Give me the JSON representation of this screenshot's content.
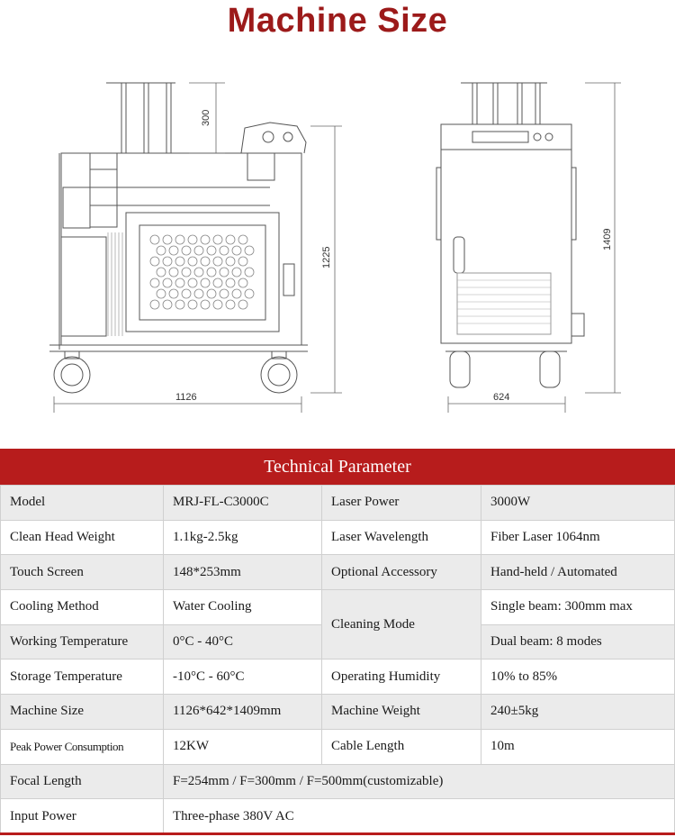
{
  "title": "Machine Size",
  "drawing": {
    "side_height_top": "300",
    "side_height_total": "1225",
    "side_width": "1126",
    "front_height": "1409",
    "front_width": "624"
  },
  "table": {
    "banner": "Technical Parameter",
    "rows": [
      {
        "k1": "Model",
        "v1": "MRJ-FL-C3000C",
        "k2": "Laser Power",
        "v2": "3000W"
      },
      {
        "k1": "Clean Head Weight",
        "v1": "1.1kg-2.5kg",
        "k2": "Laser Wavelength",
        "v2": "Fiber Laser 1064nm"
      },
      {
        "k1": "Touch Screen",
        "v1": "148*253mm",
        "k2": "Optional Accessory",
        "v2": "Hand-held / Automated"
      },
      {
        "k1": "Cooling Method",
        "v1": "Water Cooling",
        "k2": "Cleaning Mode",
        "v2": "Single beam: 300mm max"
      },
      {
        "k1": "Working Temperature",
        "v1": "0°C - 40°C",
        "v2": "Dual beam: 8 modes"
      },
      {
        "k1": "Storage Temperature",
        "v1": "-10°C - 60°C",
        "k2": "Operating Humidity",
        "v2": "10% to 85%"
      },
      {
        "k1": "Machine Size",
        "v1": "1126*642*1409mm",
        "k2": "Machine Weight",
        "v2": "240±5kg"
      },
      {
        "k1": "Peak Power Consumption",
        "v1": "12KW",
        "k2": "Cable Length",
        "v2": "10m"
      },
      {
        "k1": "Focal Length",
        "v1": "F=254mm / F=300mm / F=500mm(customizable)"
      },
      {
        "k1": "Input Power",
        "v1": "Three-phase 380V AC"
      }
    ]
  }
}
